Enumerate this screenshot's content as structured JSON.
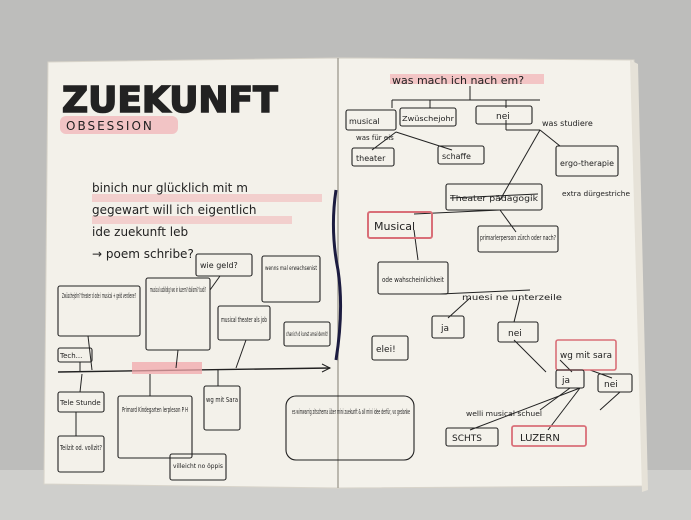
{
  "colors": {
    "background": "#bdbdbb",
    "paper": "#f3f1ea",
    "ink": "#222222",
    "highlight_pink": "#f2a7ab"
  },
  "left_page": {
    "title": "ZUEKUNFT",
    "subtitle": "OBSESSION",
    "question_lines": [
      "binich nur glücklich mit m",
      "gegewart will ich eigentlich",
      "ide zuekunft leb",
      "→ poem schribe?"
    ],
    "timeline_notes": [
      {
        "text": "Zwüschejohr? theater d ode i musical + geld verdiene?"
      },
      {
        "text": "wie geld?"
      },
      {
        "text": "musical usbildig! wo in luzern? dalismi? budi?"
      },
      {
        "text": "wenns mal erwachsenist"
      },
      {
        "text": "musical theater als job"
      },
      {
        "text": "chanich d kunst amal demit!"
      },
      {
        "text": "Tech..."
      },
      {
        "text": "Tele Stunde"
      },
      {
        "text": "Primard Kindegarten lerpleson P H"
      },
      {
        "text": "wg mit Sara"
      },
      {
        "text": "Teilzit od. vollzit?"
      },
      {
        "text": "villeicht no öppis"
      },
      {
        "text": "es wirrwarrig zitschema über mini zuekunft & all mini idee derfür, vo gedanke"
      }
    ]
  },
  "right_page": {
    "heading": "was mach ich nach em?",
    "nodes": [
      {
        "text": "musical"
      },
      {
        "text": "Zwüschejohr"
      },
      {
        "text": "nei"
      },
      {
        "text": "was für eis"
      },
      {
        "text": "was studiere"
      },
      {
        "text": "theater"
      },
      {
        "text": "schaffe"
      },
      {
        "text": "ergo-therapie"
      },
      {
        "text": "extra dürgestriche"
      },
      {
        "text": "Theater pädagogik"
      },
      {
        "text": "Musical"
      },
      {
        "text": "primarlerperson zürch oder nach?"
      },
      {
        "text": "ode wahscheinlichkeit"
      },
      {
        "text": "muesi ne unterzeile"
      },
      {
        "text": "ja"
      },
      {
        "text": "nei"
      },
      {
        "text": "elei!"
      },
      {
        "text": "wg mit sara"
      },
      {
        "text": "ja"
      },
      {
        "text": "nei"
      },
      {
        "text": "welli musical schuel"
      },
      {
        "text": "SCHTS"
      },
      {
        "text": "LUZERN"
      }
    ]
  }
}
